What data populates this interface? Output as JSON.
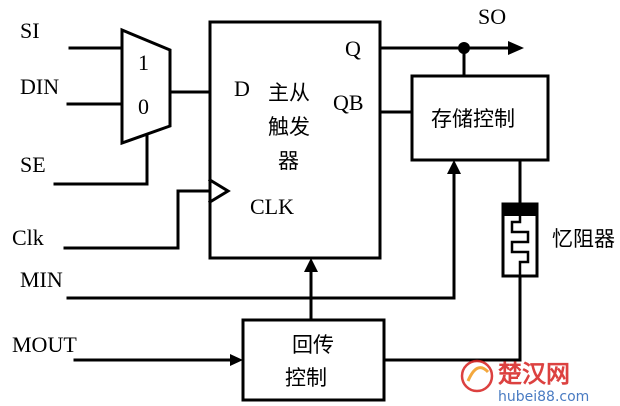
{
  "inputs": {
    "si": "SI",
    "din": "DIN",
    "se": "SE",
    "clk": "Clk",
    "min": "MIN",
    "mout": "MOUT"
  },
  "output": {
    "so": "SO"
  },
  "mux": {
    "in1": "1",
    "in0": "0"
  },
  "flipflop": {
    "d": "D",
    "q": "Q",
    "qb": "QB",
    "clk": "CLK",
    "title_line1": "主从",
    "title_line2": "触发",
    "title_line3": "器"
  },
  "storage_control": {
    "label": "存储控制"
  },
  "feedback_control": {
    "line1": "回传",
    "line2": "控制"
  },
  "memristor": {
    "label": "忆阻器"
  },
  "watermark": {
    "brand": "楚汉网",
    "url": "hubei88.com"
  },
  "colors": {
    "line": "#000000",
    "watermark_red": "#d6211f",
    "watermark_blue": "#2a64b8",
    "watermark_orange": "#f19a1c"
  }
}
